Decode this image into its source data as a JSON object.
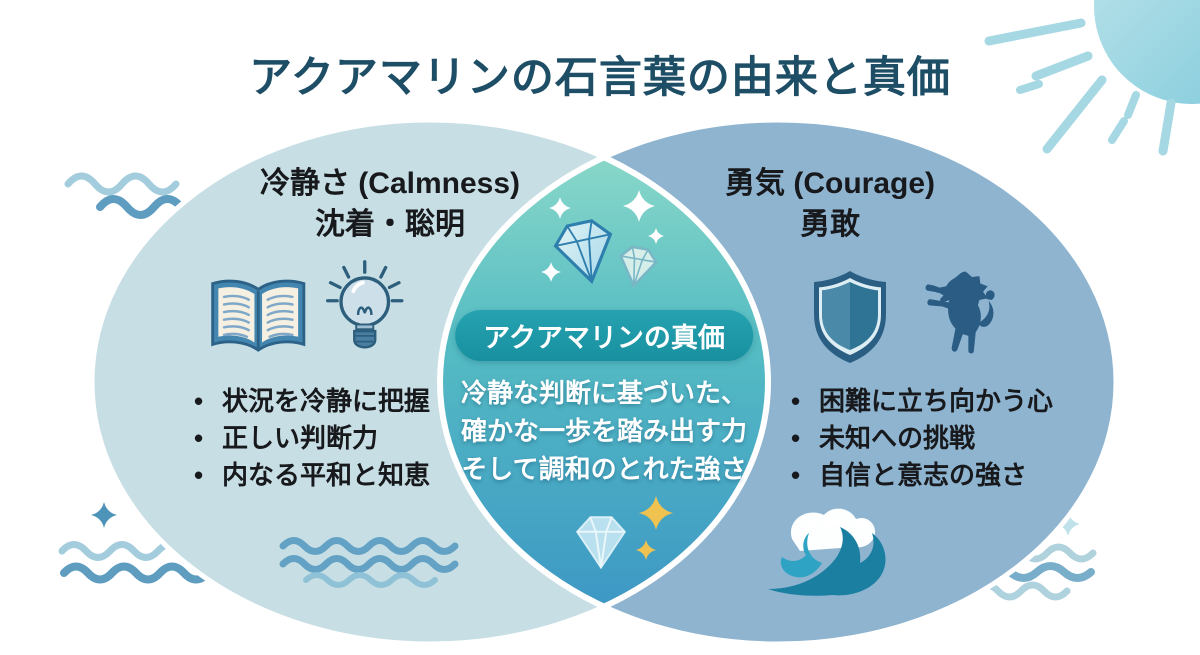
{
  "title": "アクアマリンの石言葉の由来と真価",
  "venn": {
    "left": {
      "heading_line1": "冷静さ (Calmness)",
      "heading_line2": "沈着・聡明",
      "icons": [
        "open-book-icon",
        "lightbulb-icon"
      ],
      "points": [
        "状況を冷静に把握",
        "正しい判断力",
        "内なる平和と知恵"
      ]
    },
    "right": {
      "heading_line1": "勇気 (Courage)",
      "heading_line2": "勇敢",
      "icons": [
        "shield-icon",
        "heraldic-lion-icon"
      ],
      "points": [
        "困難に立ち向かう心",
        "未知への挑戦",
        "自信と意志の強さ"
      ]
    },
    "center": {
      "badge": "アクアマリンの真価",
      "line1": "冷静な判断に基づいた、",
      "line2": "確かな一歩を踏み出す力",
      "line3": "そして調和のとれた強さ"
    }
  },
  "decorations": {
    "icons": [
      "sun-icon",
      "wave-line-icon",
      "ocean-wave-icon",
      "gem-icon",
      "sparkle-icon"
    ]
  },
  "colors": {
    "title_text": "#1d4e66",
    "left_circle": "#c7dfe4",
    "right_circle": "#8fb4d0",
    "lens_top": "#93ddca",
    "lens_mid": "#55bcc3",
    "lens_bottom": "#3a93c5",
    "badge_bg": "#1b96a6",
    "body_text": "#17191d",
    "center_text": "#ffffff",
    "gold_sparkle": "#f0c24f",
    "wave_blue": "#5e9cc0",
    "sun_blue": "#9fd4e0"
  }
}
